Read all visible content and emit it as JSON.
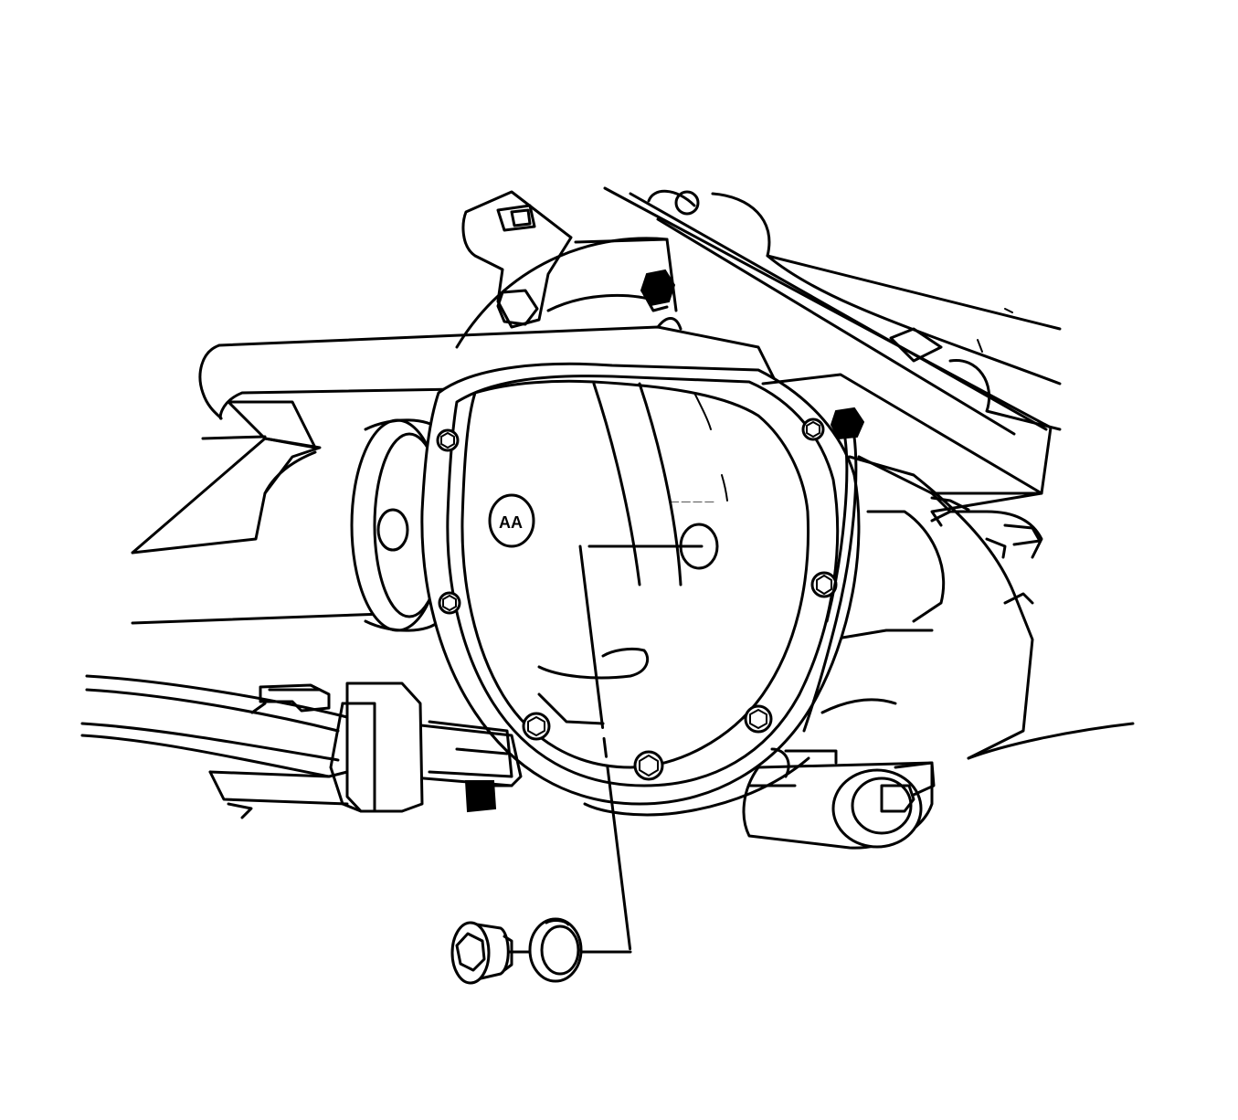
{
  "illustration": {
    "type": "technical-service-illustration",
    "background": "#ffffff",
    "line_color": "#000000",
    "icons": [
      "differential-cover",
      "fill-plug",
      "sealing-washer",
      "leaf-spring",
      "axle-housing",
      "frame-rail"
    ],
    "cover_logo_text": "AA",
    "cover_small_marking": "— — — —"
  }
}
